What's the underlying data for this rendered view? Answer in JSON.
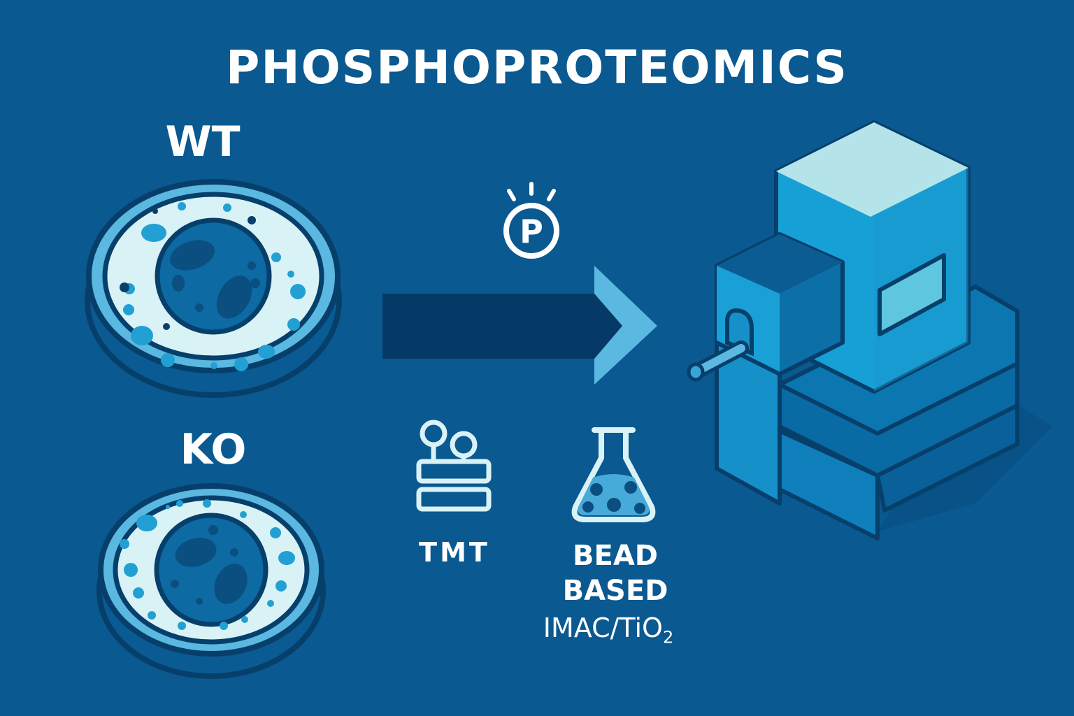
{
  "title": "PHOSPHOPROTEOMICS",
  "samples": [
    {
      "label": "WT",
      "icon": "cell-culture-dish-icon"
    },
    {
      "label": "KO",
      "icon": "cell-culture-dish-icon"
    }
  ],
  "process": {
    "phospho_icon": {
      "name": "phosphate-p-icon",
      "glyph": "P"
    },
    "arrow": "right-arrow-icon"
  },
  "methods": [
    {
      "label": "TMT",
      "icon": "tmt-label-icon"
    },
    {
      "label_line1": "BEAD",
      "label_line2": "BASED",
      "sub_label": "IMAC/TiO",
      "sub_label_subscript": "2",
      "icon": "flask-beads-icon"
    }
  ],
  "instrument": {
    "icon": "mass-spectrometer-icon"
  },
  "colors": {
    "background": "#0a5990",
    "dark_navy": "#063a66",
    "outline": "#073f6b",
    "mid_blue": "#1a8cc4",
    "light_blue": "#5bb8e0",
    "pale": "#d9f2f5",
    "white": "#ffffff"
  }
}
